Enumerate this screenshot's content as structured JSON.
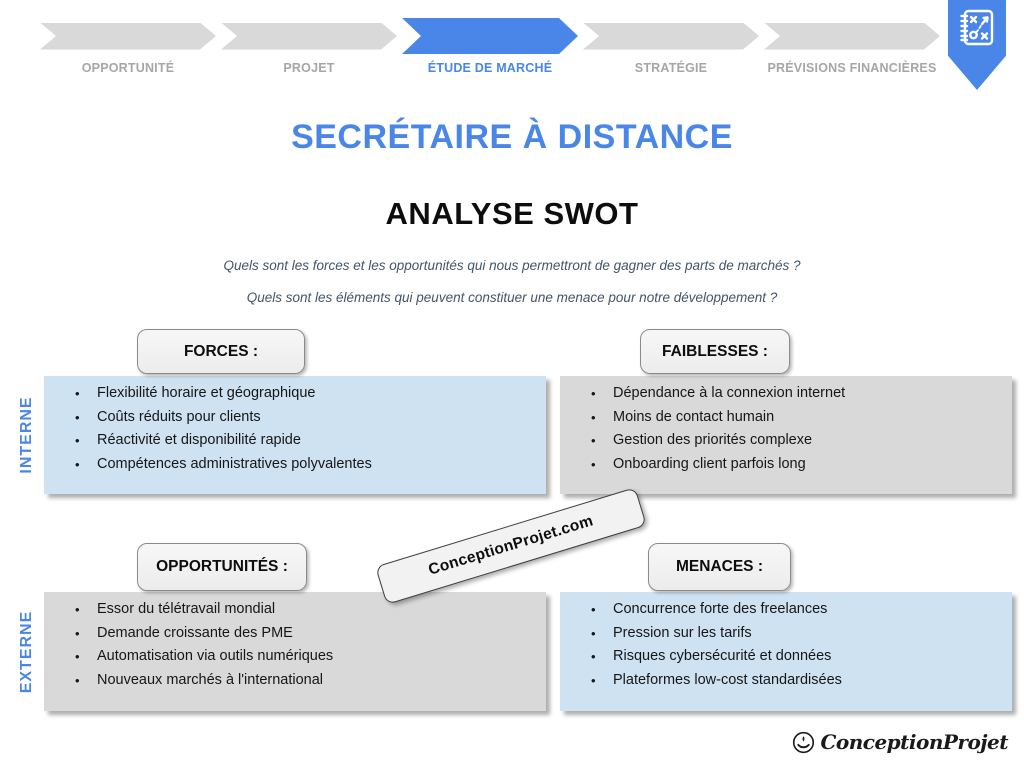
{
  "breadcrumb": {
    "steps": [
      {
        "label": "OPPORTUNITÉ",
        "active": false
      },
      {
        "label": "PROJET",
        "active": false
      },
      {
        "label": "ÉTUDE DE MARCHÉ",
        "active": true
      },
      {
        "label": "STRATÉGIE",
        "active": false
      },
      {
        "label": "PRÉVISIONS FINANCIÈRES",
        "active": false
      }
    ]
  },
  "bookmark": {
    "icon": "strategy-plan-icon"
  },
  "header": {
    "title": "SECRÉTAIRE À DISTANCE",
    "subtitle": "ANALYSE SWOT"
  },
  "questions": [
    "Quels sont les forces et les opportunités qui nous permettront de gagner des parts de marchés ?",
    "Quels sont les éléments qui peuvent constituer une menace pour notre développement ?"
  ],
  "axis": {
    "internal": "INTERNE",
    "external": "EXTERNE"
  },
  "quadrants": {
    "forces": {
      "header": "FORCES :",
      "tone": "blue",
      "items": [
        "Flexibilité horaire et géographique",
        "Coûts réduits pour clients",
        "Réactivité et disponibilité rapide",
        "Compétences administratives polyvalentes"
      ]
    },
    "faiblesses": {
      "header": "FAIBLESSES :",
      "tone": "gray",
      "items": [
        "Dépendance à la connexion internet",
        "Moins de contact humain",
        "Gestion des priorités complexe",
        "Onboarding client parfois long"
      ]
    },
    "opportunites": {
      "header": "OPPORTUNITÉS :",
      "tone": "gray",
      "items": [
        "Essor du télétravail mondial",
        "Demande croissante des PME",
        "Automatisation via outils numériques",
        "Nouveaux marchés à l'international"
      ]
    },
    "menaces": {
      "header": "MENACES :",
      "tone": "blue",
      "items": [
        "Concurrence forte des freelances",
        "Pression sur les tarifs",
        "Risques cybersécurité et données",
        "Plateformes low-cost standardisées"
      ]
    }
  },
  "watermark": "ConceptionProjet.com",
  "footer": {
    "brand": "ConceptionProjet"
  },
  "colors": {
    "accent_blue": "#4a86e8",
    "light_blue_box": "#cfe2f2",
    "gray_box": "#d9d9d9",
    "inactive_arrow": "#d9d9d9",
    "inactive_label": "#a6a6a6",
    "question_text": "#44546a"
  }
}
